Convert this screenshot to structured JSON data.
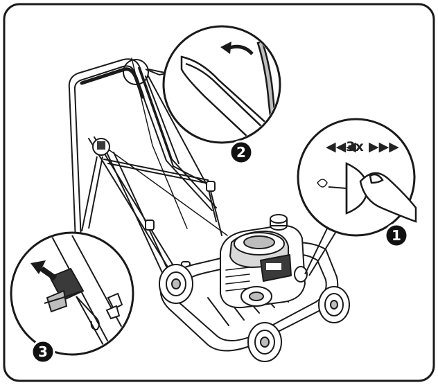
{
  "colors": {
    "stroke": "#1a1a1a",
    "fill_light": "#ffffff",
    "fill_gray": "#bdbdbd",
    "fill_dark": "#3a3a3a",
    "badge": "#111111"
  },
  "steps": [
    {
      "number": "1",
      "icon": "primer-bulb-press-icon"
    },
    {
      "number": "2",
      "icon": "throttle-lever-icon"
    },
    {
      "number": "3",
      "icon": "pull-cord-handle-icon"
    }
  ],
  "callout1": {
    "repeat_text": "3x",
    "arrows_left": "◀◀◀",
    "arrows_right": "▶▶▶"
  }
}
